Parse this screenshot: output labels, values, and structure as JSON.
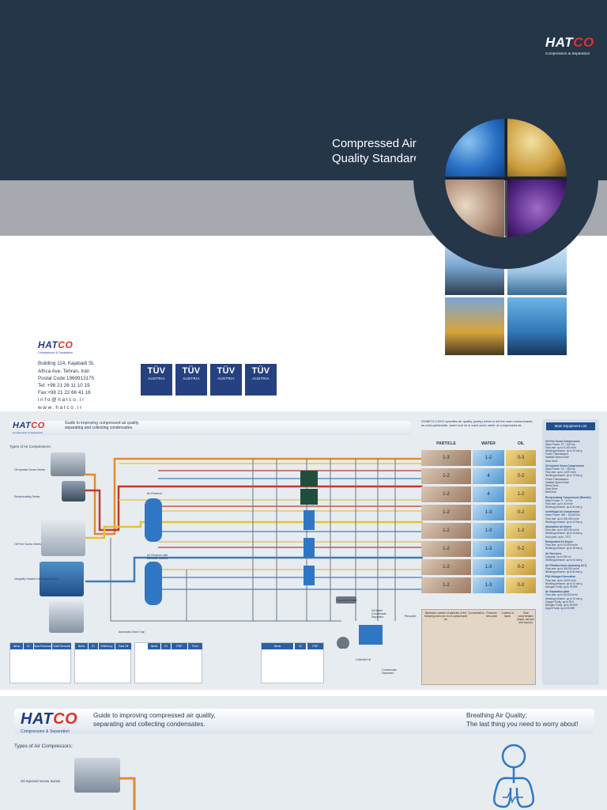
{
  "brand": {
    "name_prefix": "HAT",
    "name_accent": "CO",
    "tagline": "Compression & Separation"
  },
  "cover": {
    "title_line1": "Compressed Air",
    "title_line2": "Quality Standards"
  },
  "address": {
    "lines": [
      "Building 114, Kajabadi St,",
      "Africa Ave, Tehran, Iran",
      "Postal Code:1969913175",
      "Tel:  +98 21 26 11 10 19",
      "Fax:+98 21 22 66 41 16",
      "i n f o @ h a t c o . i r",
      "w w w . h a t c o . i r"
    ]
  },
  "badges": [
    {
      "mark": "TÜV",
      "country": "AUSTRIA"
    },
    {
      "mark": "TÜV",
      "country": "AUSTRIA"
    },
    {
      "mark": "TÜV",
      "country": "AUSTRIA"
    },
    {
      "mark": "TÜV",
      "country": "AUSTRIA"
    }
  ],
  "poster": {
    "guide_line1": "Guide to improving compressed air quality,",
    "guide_line2": "separating and collecting condensates.",
    "iso_text": "ISO8573-1:2010 specifies air quality (purity) which is list the main contaminants as solid particulate, water and oil in each cubic meter of compressed air.",
    "types_label": "Types of Air Compressors:",
    "compressor_labels": [
      "Oil Injected Screw Series",
      "Reciprocating Series",
      "Oil Free Screw Series",
      "Integrally Geared Centrifugal Series"
    ],
    "matrix_headers": [
      "PARTICLE",
      "WATER",
      "OIL"
    ],
    "matrix_rows": [
      [
        "1-3",
        "1-2",
        "0-3"
      ],
      [
        "1-2",
        "4",
        "0-2"
      ],
      [
        "1-2",
        "4",
        "1-2"
      ],
      [
        "1-2",
        "1-3",
        "0-2"
      ],
      [
        "1-2",
        "1-3",
        "1-2"
      ],
      [
        "1-2",
        "1-3",
        "0-2"
      ],
      [
        "1-2",
        "1-3",
        "0-2"
      ],
      [
        "1-2",
        "1-3",
        "0-2"
      ]
    ],
    "contam_labels": [
      "Maximum number of particles of the following sizes per m³ of compressed air",
      "Concentration",
      "Pressure dew point",
      "Content of liquid",
      "Total concentration (liquid, aerosol and vapour)"
    ],
    "equipment": {
      "title": "Main Equipment List",
      "items": [
        {
          "heading": "Oil Free Screw Compressors",
          "lines": [
            "Motor Power: 37 ~ 630 Kw",
            "Flow rate: up to 5,140 m³/hr",
            "Working pressure: up to 10 bar g",
            "Power Transmission:",
            "Variable Speed Drive",
            "Gear Drive"
          ]
        },
        {
          "heading": "Oil Injected Screw Compressors",
          "lines": [
            "Motor Power: 15 ~ 350 Kw",
            "Flow rate: up to 4,200 m³/hr",
            "Working pressure: up to 13 bar g",
            "Power Transmission:",
            "Variable Speed Drive",
            "Direct Drive",
            "Gear Drive",
            "Belt Drive"
          ]
        },
        {
          "heading": "Reciprocating Compressors (Booster)",
          "lines": [
            "Motor Power: 4 ~ 11 Kw",
            "Flow rate: up to 40 m³/hr",
            "Working pressure: up to 40 bar g"
          ]
        },
        {
          "heading": "Centrifugal Air Compressors",
          "lines": [
            "Motor Power: 360 ~ 15,000 Kw",
            "Flow rate: up to 300,000 m³/hr",
            "Working pressure: up to 10 bar g"
          ]
        },
        {
          "heading": "Adsorption Air Dryers",
          "lines": [
            "Flow rate: up to 300,000 m³/hr",
            "Working pressure: up to 16 bar g",
            "Dew point: up to -70°C"
          ]
        },
        {
          "heading": "Refrigerated Air Dryers",
          "lines": [
            "Flow rate: up to 10,000 m³/hr",
            "Working pressure: up to 16 bar g"
          ]
        },
        {
          "heading": "Air Receivers",
          "lines": [
            "Capacity: Up to 300 m³",
            "Working pressure: up to 40 bar g"
          ]
        },
        {
          "heading": "All Filtration Items (Including ACT)",
          "lines": [
            "Flow rate: up to 300,000 m³/hr",
            "Working pressure: up to 40 bar g"
          ]
        },
        {
          "heading": "PSA Nitrogen Generation",
          "lines": [
            "Flow rate: up to 3,000 m³/hr",
            "Working pressure: up to 10 bar g",
            "Nitrogen Purity: up to 99.999"
          ]
        },
        {
          "heading": "Air Separation plant",
          "lines": [
            "Flow rate: up to 50,000 m³/hr",
            "Working pressure: up to 10 bar g",
            "Oxygen Purity: up to 99.5",
            "Nitrogen Purity: up to 99.999",
            "Argon Purity: up to 99.999"
          ]
        }
      ]
    },
    "table_heads": {
      "t1": [
        "Items",
        "ID",
        "Dust Removal",
        "Total Removal Oil"
      ],
      "t2": [
        "Items",
        "ID",
        "Efficiency",
        "Total Oil Content"
      ],
      "t3": [
        "Items",
        "ID",
        "PDP",
        "Flow"
      ],
      "t4": [
        "Items",
        "ID",
        "PDP"
      ]
    },
    "flow_labels": [
      "Air Receiver",
      "Air Receiver with Demister Section",
      "Automatic Drain Trap",
      "Condensate Separator",
      "Oil Water Condensate Separator",
      "Collected oil",
      "Separated water",
      "Recycled"
    ]
  },
  "bottom": {
    "guide_line1": "Guide to improving compressed air quality,",
    "guide_line2": "separating and collecting condensates.",
    "breath_line1": "Breathing Air Quality;",
    "breath_line2": "The last thing you need to worry about!",
    "types_label": "Types of Air Compressors:",
    "comp_label": "Oil Injected Screw Series"
  },
  "colors": {
    "navy": "#253648",
    "band_gray": "#a6a9b0",
    "brand_blue": "#1d3a86",
    "brand_red": "#e0312b",
    "pipe_orange": "#e38a2a",
    "pipe_red": "#c2392b",
    "pipe_yellow": "#e3c23a",
    "pipe_blue": "#3a7bbf",
    "pipe_gray": "#6b7682"
  }
}
